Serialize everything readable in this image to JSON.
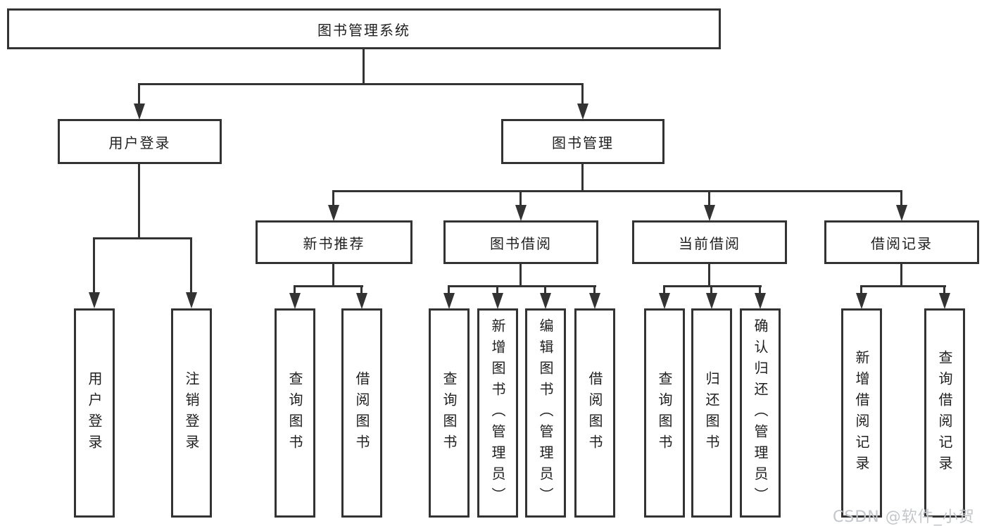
{
  "colors": {
    "line": "#333333",
    "box_border": "#333333",
    "text": "#1f1f1f",
    "background": "#ffffff",
    "watermark": "#c3c7cb"
  },
  "diagram": {
    "type": "hierarchy-tree",
    "root": {
      "label": "图书管理系统"
    },
    "level2": [
      {
        "label": "用户登录",
        "parent": "图书管理系统"
      },
      {
        "label": "图书管理",
        "parent": "图书管理系统"
      }
    ],
    "level3": [
      {
        "label": "新书推荐",
        "parent": "图书管理"
      },
      {
        "label": "图书借阅",
        "parent": "图书管理"
      },
      {
        "label": "当前借阅",
        "parent": "图书管理"
      },
      {
        "label": "借阅记录",
        "parent": "图书管理"
      }
    ],
    "leaves": [
      {
        "label": "用户登录",
        "parent": "用户登录"
      },
      {
        "label": "注销登录",
        "parent": "用户登录"
      },
      {
        "label": "查询图书",
        "parent": "新书推荐"
      },
      {
        "label": "借阅图书",
        "parent": "新书推荐"
      },
      {
        "label": "查询图书",
        "parent": "图书借阅"
      },
      {
        "label": "新增图书（管理员）",
        "parent": "图书借阅"
      },
      {
        "label": "编辑图书（管理员）",
        "parent": "图书借阅"
      },
      {
        "label": "借阅图书",
        "parent": "图书借阅"
      },
      {
        "label": "查询图书",
        "parent": "当前借阅"
      },
      {
        "label": "归还图书",
        "parent": "当前借阅"
      },
      {
        "label": "确认归还（管理员）",
        "parent": "当前借阅"
      },
      {
        "label": "新增借阅记录",
        "parent": "借阅记录"
      },
      {
        "label": "查询借阅记录",
        "parent": "借阅记录"
      }
    ]
  },
  "watermark": {
    "text": "CSDN @软件_小贺同学"
  }
}
